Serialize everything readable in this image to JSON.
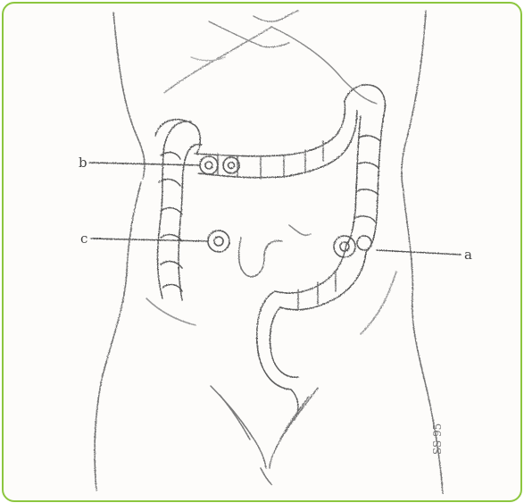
{
  "labels": {
    "a": "a",
    "b": "b",
    "c": "c"
  },
  "signature": "SS 95",
  "colors": {
    "border": "#8cc63f",
    "paper": "#fdfcfa",
    "pencil": "#555555"
  }
}
